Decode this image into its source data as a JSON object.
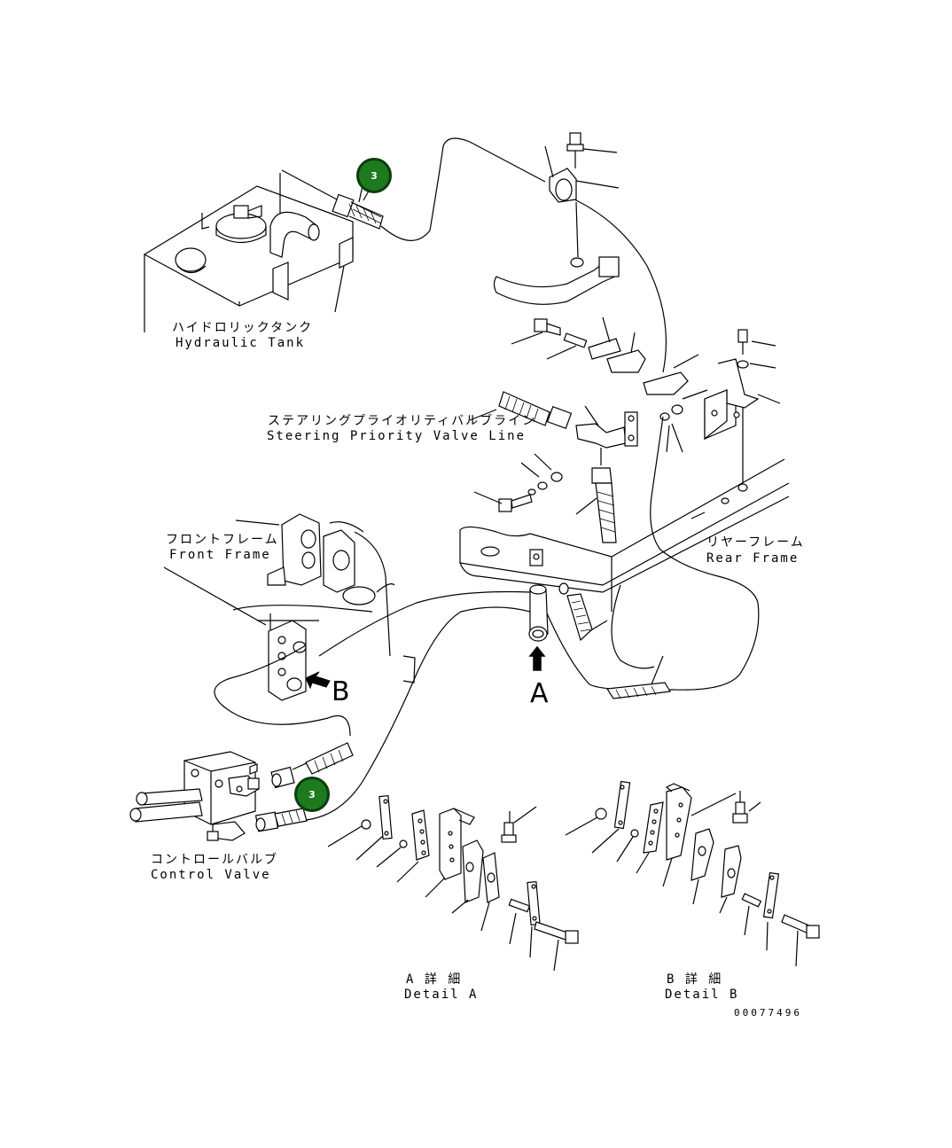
{
  "diagram": {
    "labels": {
      "hydraulic_tank_jp": "ハイドロリックタンク",
      "hydraulic_tank_en": "Hydraulic Tank",
      "steering_line_jp": "ステアリングプライオリティバルブライン",
      "steering_line_en": "Steering Priority Valve Line",
      "front_frame_jp": "フロントフレーム",
      "front_frame_en": "Front Frame",
      "rear_frame_jp": "リヤーフレーム",
      "rear_frame_en": "Rear Frame",
      "control_valve_jp": "コントロールバルブ",
      "control_valve_en": "Control Valve",
      "detail_a_jp": "A 詳 細",
      "detail_a_en": "Detail A",
      "detail_b_jp": "B 詳 細",
      "detail_b_en": "Detail B",
      "view_a": "A",
      "view_b": "B",
      "drawing_number": "00077496"
    },
    "callouts": [
      {
        "number": "3",
        "color": "#1e7a1e"
      },
      {
        "number": "3",
        "color": "#1e7a1e"
      }
    ]
  }
}
